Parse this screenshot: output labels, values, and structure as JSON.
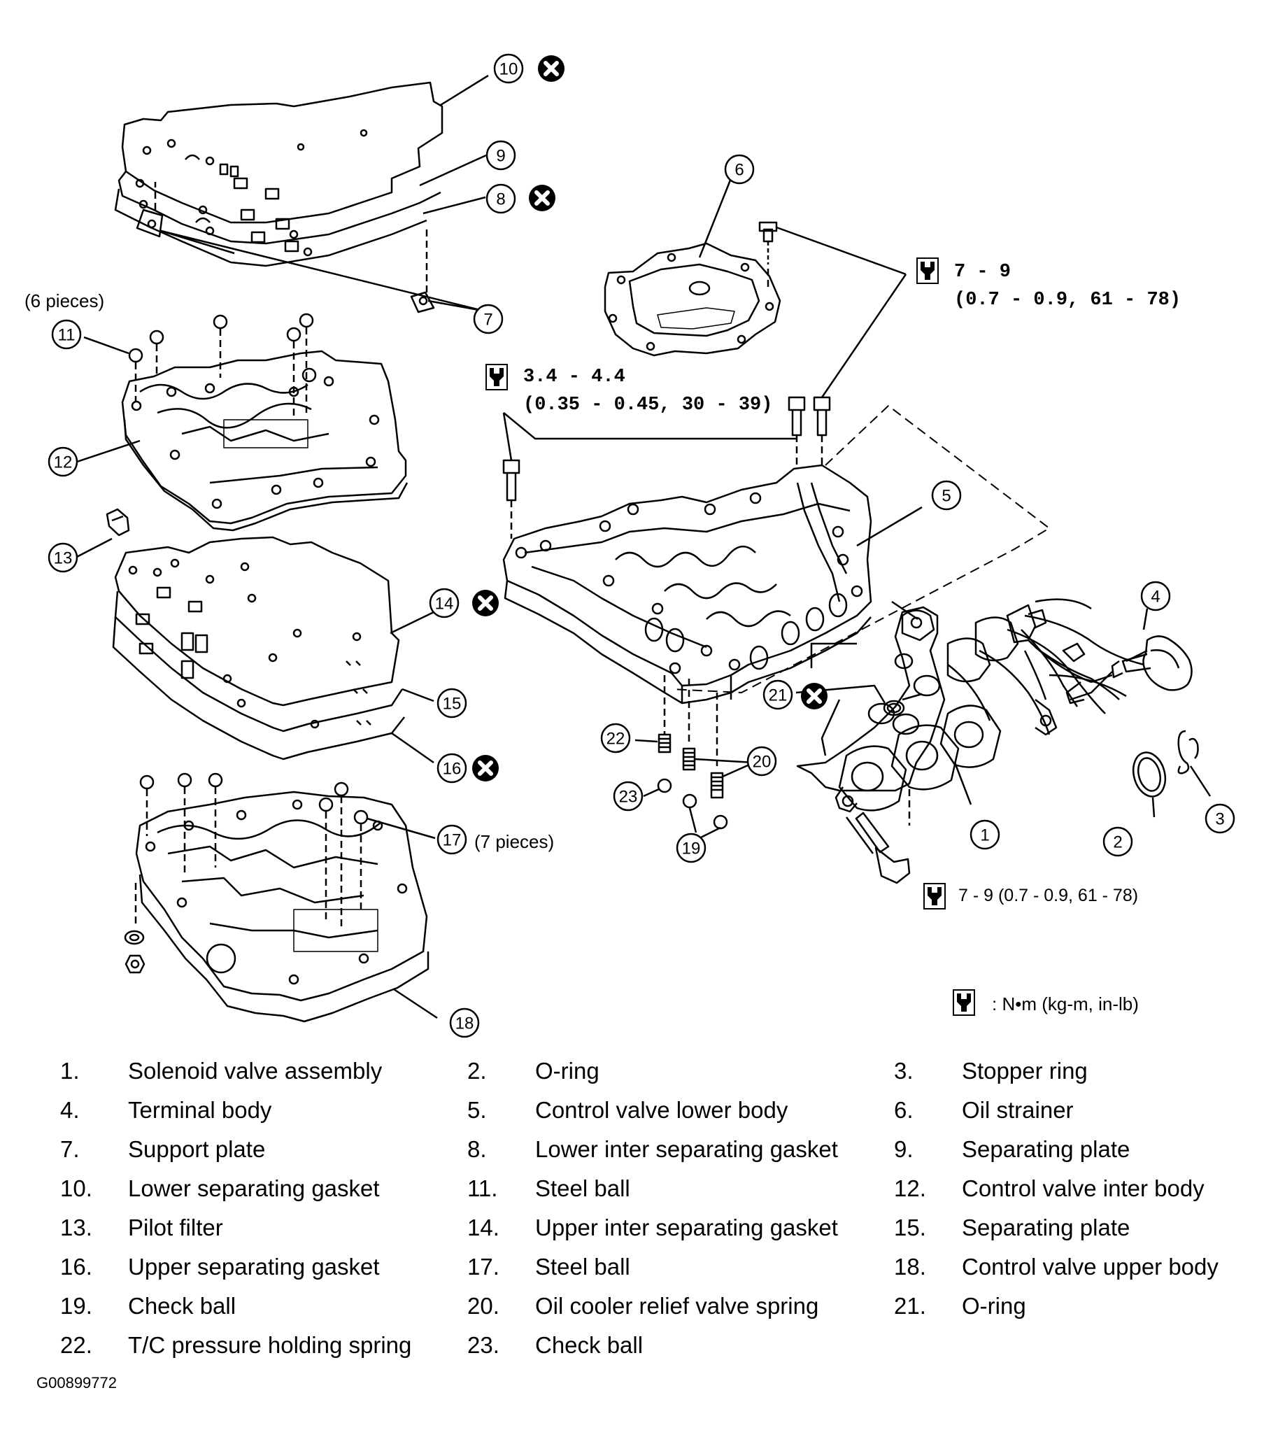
{
  "notes": {
    "six_pieces": "(6 pieces)",
    "seven_pieces": "(7 pieces)"
  },
  "torque": {
    "t1_line1": "7 - 9",
    "t1_line2": "(0.7 - 0.9, 61 - 78)",
    "t2_line1": "3.4 - 4.4",
    "t2_line2": "(0.35 - 0.45, 30 - 39)",
    "t3": "7 - 9 (0.7 - 0.9, 61 - 78)",
    "unit_legend": ": N•m (kg-m, in-lb)"
  },
  "callouts": [
    "1",
    "2",
    "3",
    "4",
    "5",
    "6",
    "7",
    "8",
    "9",
    "10",
    "11",
    "12",
    "13",
    "14",
    "15",
    "16",
    "17",
    "18",
    "19",
    "20",
    "21",
    "22",
    "23"
  ],
  "parts": [
    {
      "num": "1.",
      "name": "Solenoid valve assembly"
    },
    {
      "num": "2.",
      "name": "O-ring"
    },
    {
      "num": "3.",
      "name": "Stopper ring"
    },
    {
      "num": "4.",
      "name": "Terminal body"
    },
    {
      "num": "5.",
      "name": "Control valve lower body"
    },
    {
      "num": "6.",
      "name": "Oil strainer"
    },
    {
      "num": "7.",
      "name": "Support plate"
    },
    {
      "num": "8.",
      "name": "Lower inter separating gasket"
    },
    {
      "num": "9.",
      "name": "Separating plate"
    },
    {
      "num": "10.",
      "name": "Lower separating gasket"
    },
    {
      "num": "11.",
      "name": "Steel ball"
    },
    {
      "num": "12.",
      "name": "Control valve inter body"
    },
    {
      "num": "13.",
      "name": "Pilot filter"
    },
    {
      "num": "14.",
      "name": "Upper inter separating gasket"
    },
    {
      "num": "15.",
      "name": "Separating plate"
    },
    {
      "num": "16.",
      "name": "Upper separating gasket"
    },
    {
      "num": "17.",
      "name": "Steel ball"
    },
    {
      "num": "18.",
      "name": "Control valve upper body"
    },
    {
      "num": "19.",
      "name": "Check ball"
    },
    {
      "num": "20.",
      "name": "Oil cooler relief valve spring"
    },
    {
      "num": "21.",
      "name": "O-ring"
    },
    {
      "num": "22.",
      "name": "T/C pressure holding spring"
    },
    {
      "num": "23.",
      "name": "Check ball"
    }
  ],
  "figure_code": "G00899772"
}
